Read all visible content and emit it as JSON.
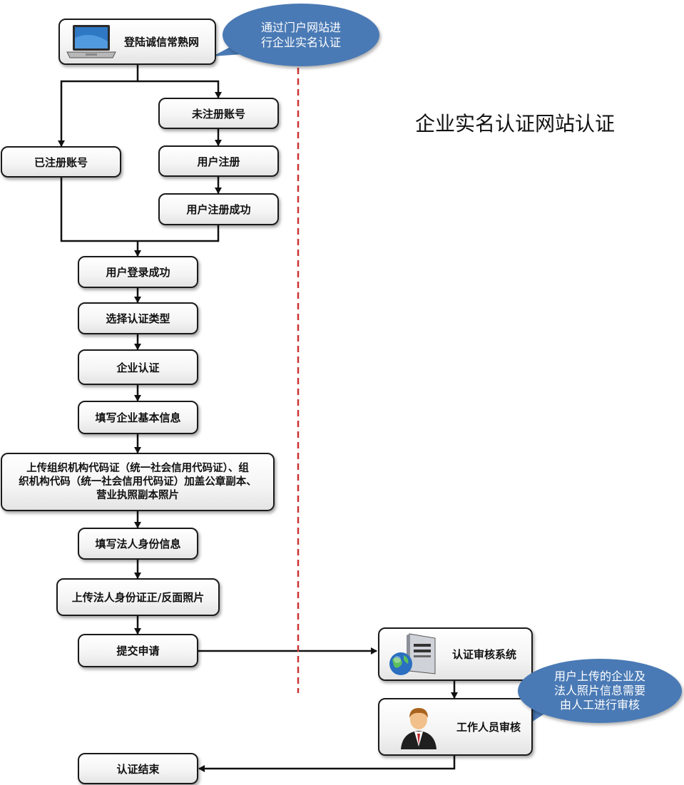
{
  "title": "企业实名认证网站认证",
  "nodes": {
    "login_site": "登陆诚信常熟网",
    "unregistered": "未注册账号",
    "registered": "已注册账号",
    "user_register": "用户注册",
    "register_success": "用户注册成功",
    "login_success": "用户登录成功",
    "select_type": "选择认证类型",
    "enterprise_cert": "企业认证",
    "fill_basic": "填写企业基本信息",
    "upload_docs_l1": "上传组织机构代码证（统一社会信用代码证）、组",
    "upload_docs_l2": "织机构代码（统一社会信用代码证）加盖公章副本、",
    "upload_docs_l3": "营业执照副本照片",
    "fill_legal": "填写法人身份信息",
    "upload_id": "上传法人身份证正/反面照片",
    "submit": "提交申请",
    "review_system": "认证审核系统",
    "staff_review": "工作人员审核",
    "cert_end": "认证结束"
  },
  "callouts": {
    "portal_l1": "通过门户网站进",
    "portal_l2": "行企业实名认证",
    "manual_l1": "用户上传的企业及",
    "manual_l2": "法人照片信息需要",
    "manual_l3": "由人工进行审核"
  },
  "colors": {
    "bubble": "#4a7ab5",
    "divider": "#cc3333",
    "line": "#111111"
  },
  "icons": [
    "laptop-icon",
    "server-globe-icon",
    "user-person-icon"
  ]
}
